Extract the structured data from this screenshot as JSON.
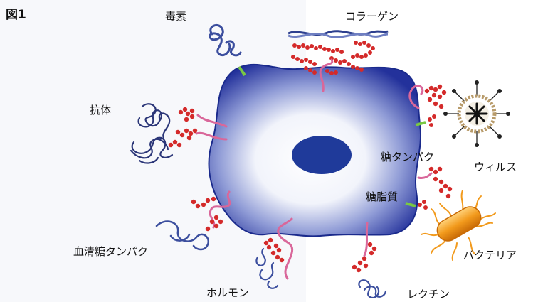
{
  "figure_label": "図1",
  "labels": {
    "toxin": "毒素",
    "collagen": "コラーゲン",
    "antibody": "抗体",
    "glycoprotein": "糖タンパク",
    "virus": "ウィルス",
    "glycolipid": "糖脂質",
    "bacteria": "バクテリア",
    "serum_glycoprotein": "血清糖タンパク",
    "hormone": "ホルモン",
    "lectin": "レクチン"
  },
  "colors": {
    "cell_edge": "#2a3aa0",
    "cell_center": "#ffffff",
    "nucleus": "#1f3a9a",
    "glycan_bead": "#d42a2a",
    "glycoprotein_stalk": "#d9679a",
    "glycolipid_anchor": "#7ac943",
    "protein_coil": "#3b4e9e",
    "virus_shell": "#b89b6a",
    "virus_core": "#111111",
    "bacteria_fill": "#f29a1c"
  }
}
